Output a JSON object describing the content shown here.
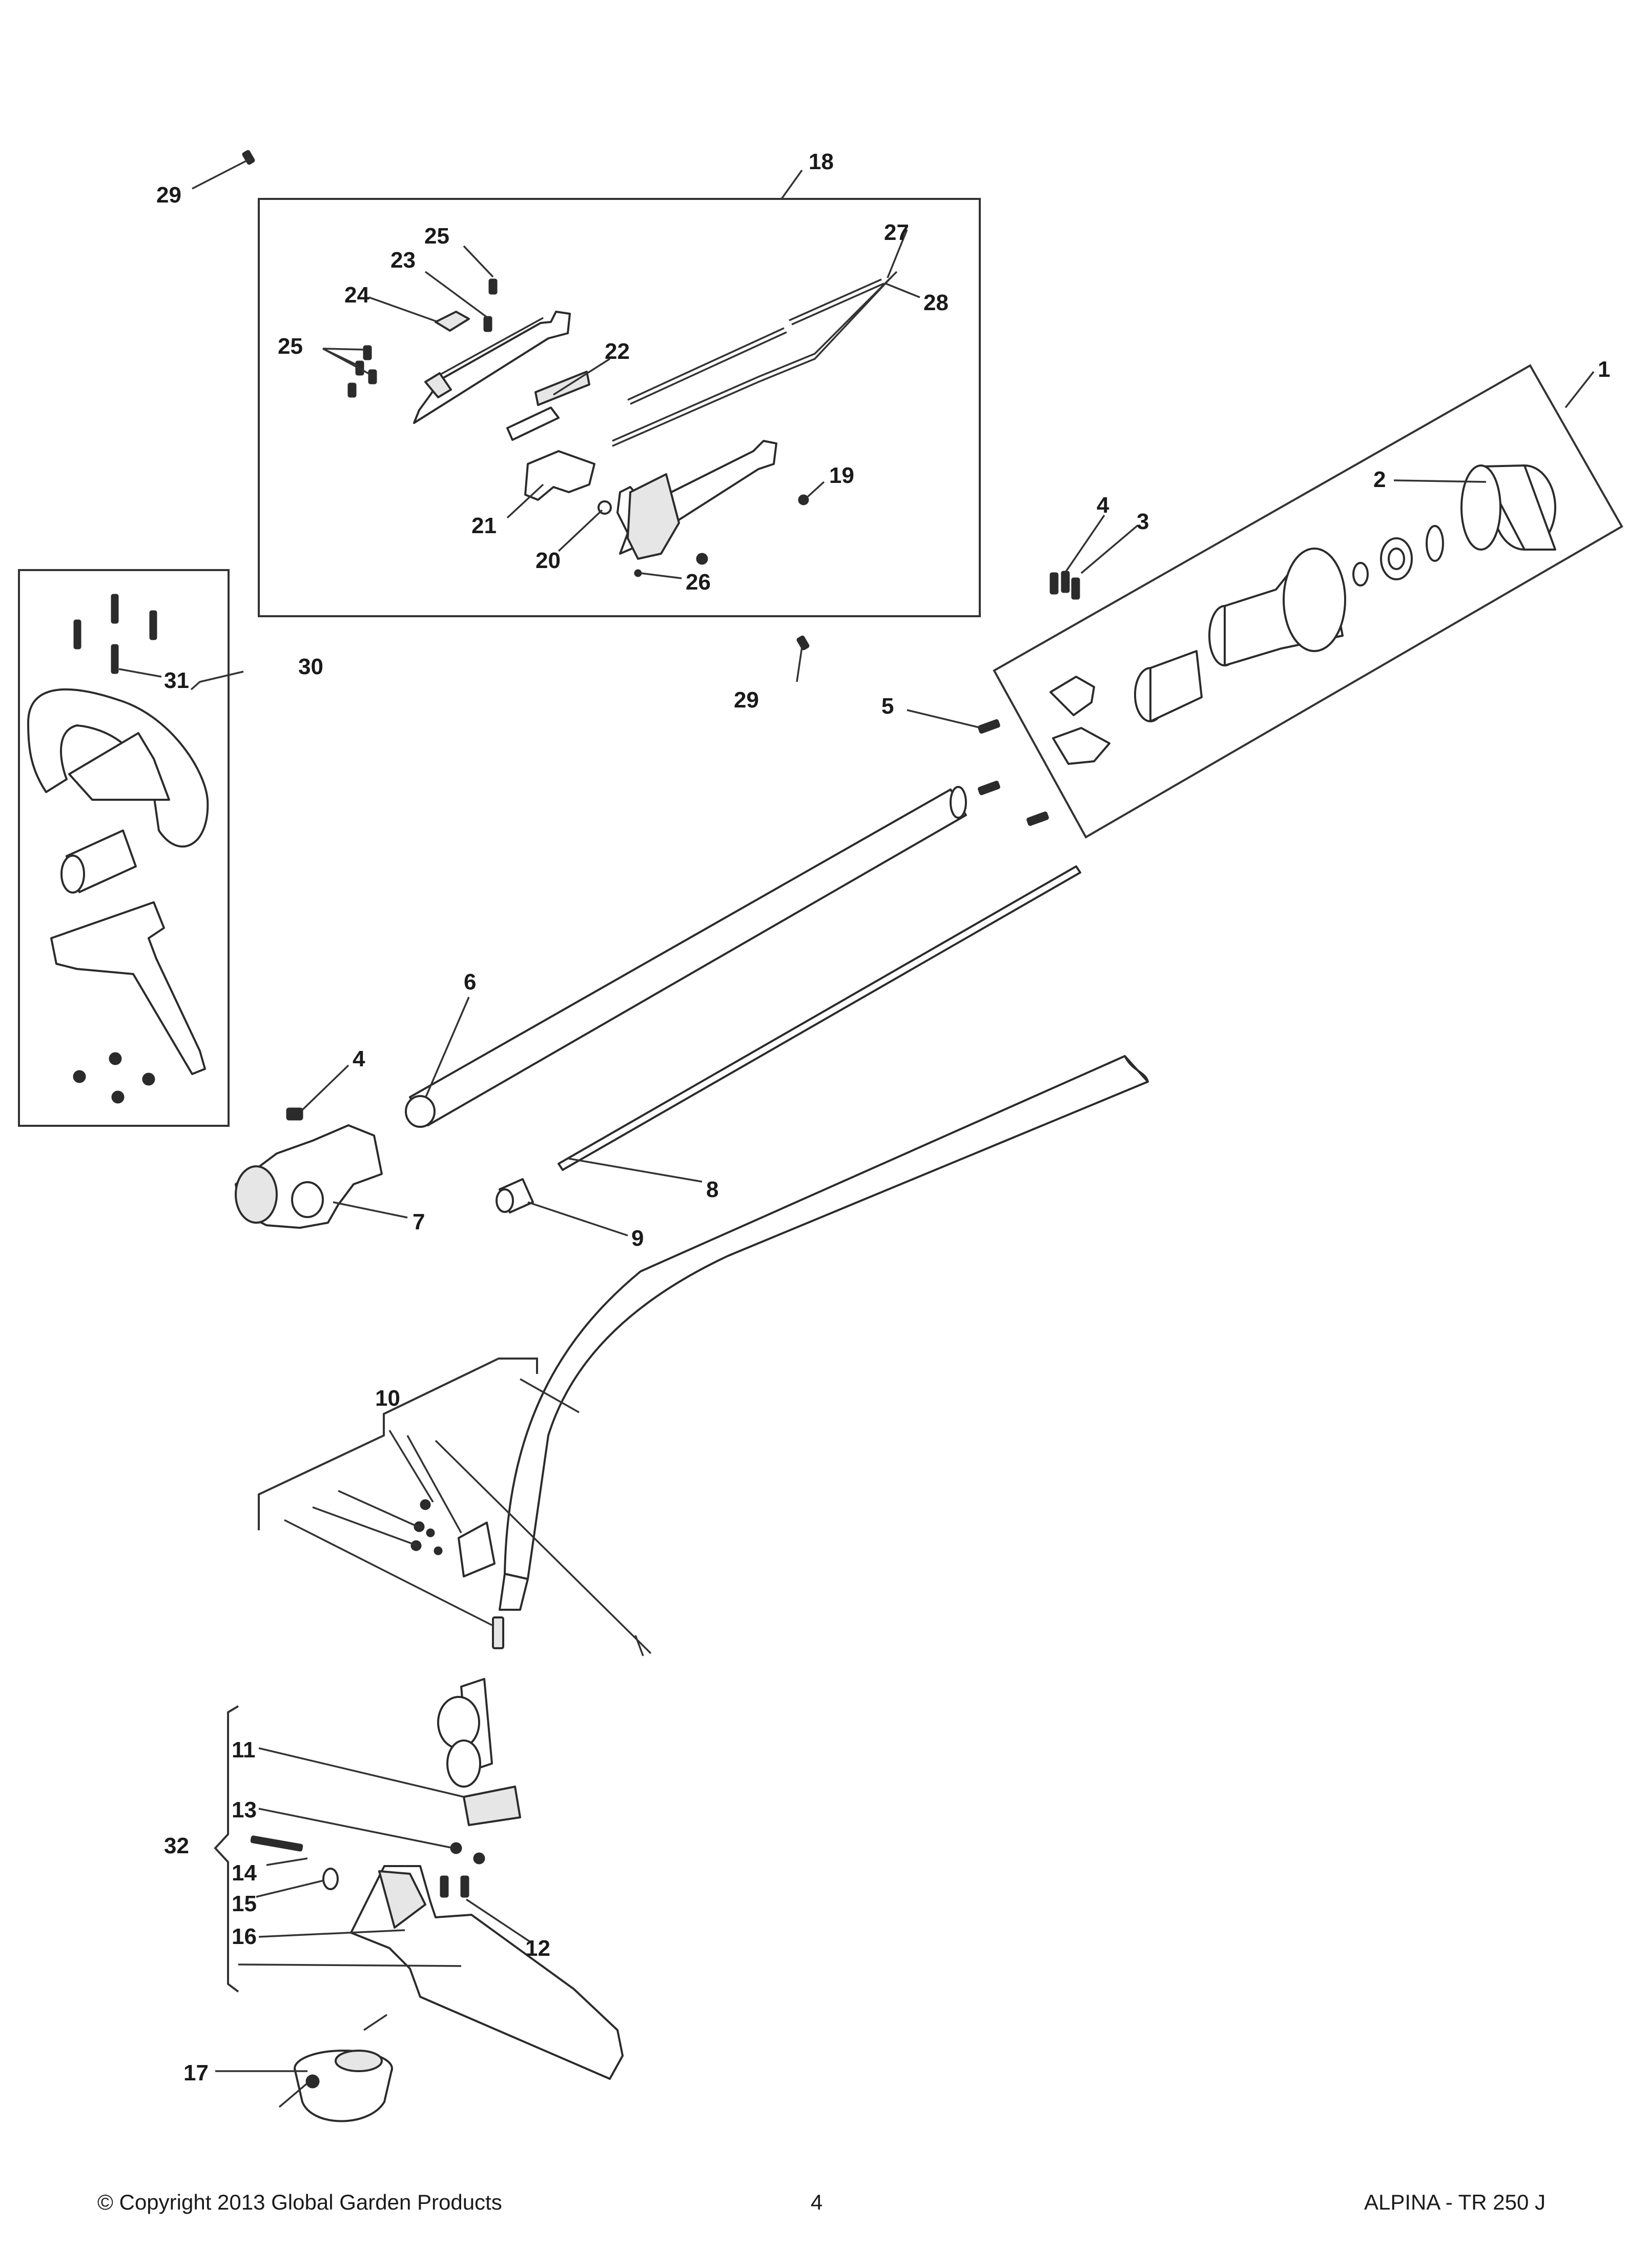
{
  "footer": {
    "copyright": "© Copyright 2013 Global Garden Products",
    "page_number": "4",
    "model": "ALPINA - TR 250 J"
  },
  "callouts": {
    "c1": "1",
    "c2": "2",
    "c3": "3",
    "c4_top": "4",
    "c4_left": "4",
    "c5": "5",
    "c6": "6",
    "c7": "7",
    "c8": "8",
    "c9": "9",
    "c10": "10",
    "c11": "11",
    "c12": "12",
    "c13": "13",
    "c14": "14",
    "c15": "15",
    "c16": "16",
    "c17": "17",
    "c18": "18",
    "c19": "19",
    "c20": "20",
    "c21": "21",
    "c22": "22",
    "c23": "23",
    "c24": "24",
    "c25_top": "25",
    "c25_left": "25",
    "c26": "26",
    "c27": "27",
    "c28": "28",
    "c29_top": "29",
    "c29_mid": "29",
    "c30": "30",
    "c31": "31",
    "c32": "32"
  }
}
